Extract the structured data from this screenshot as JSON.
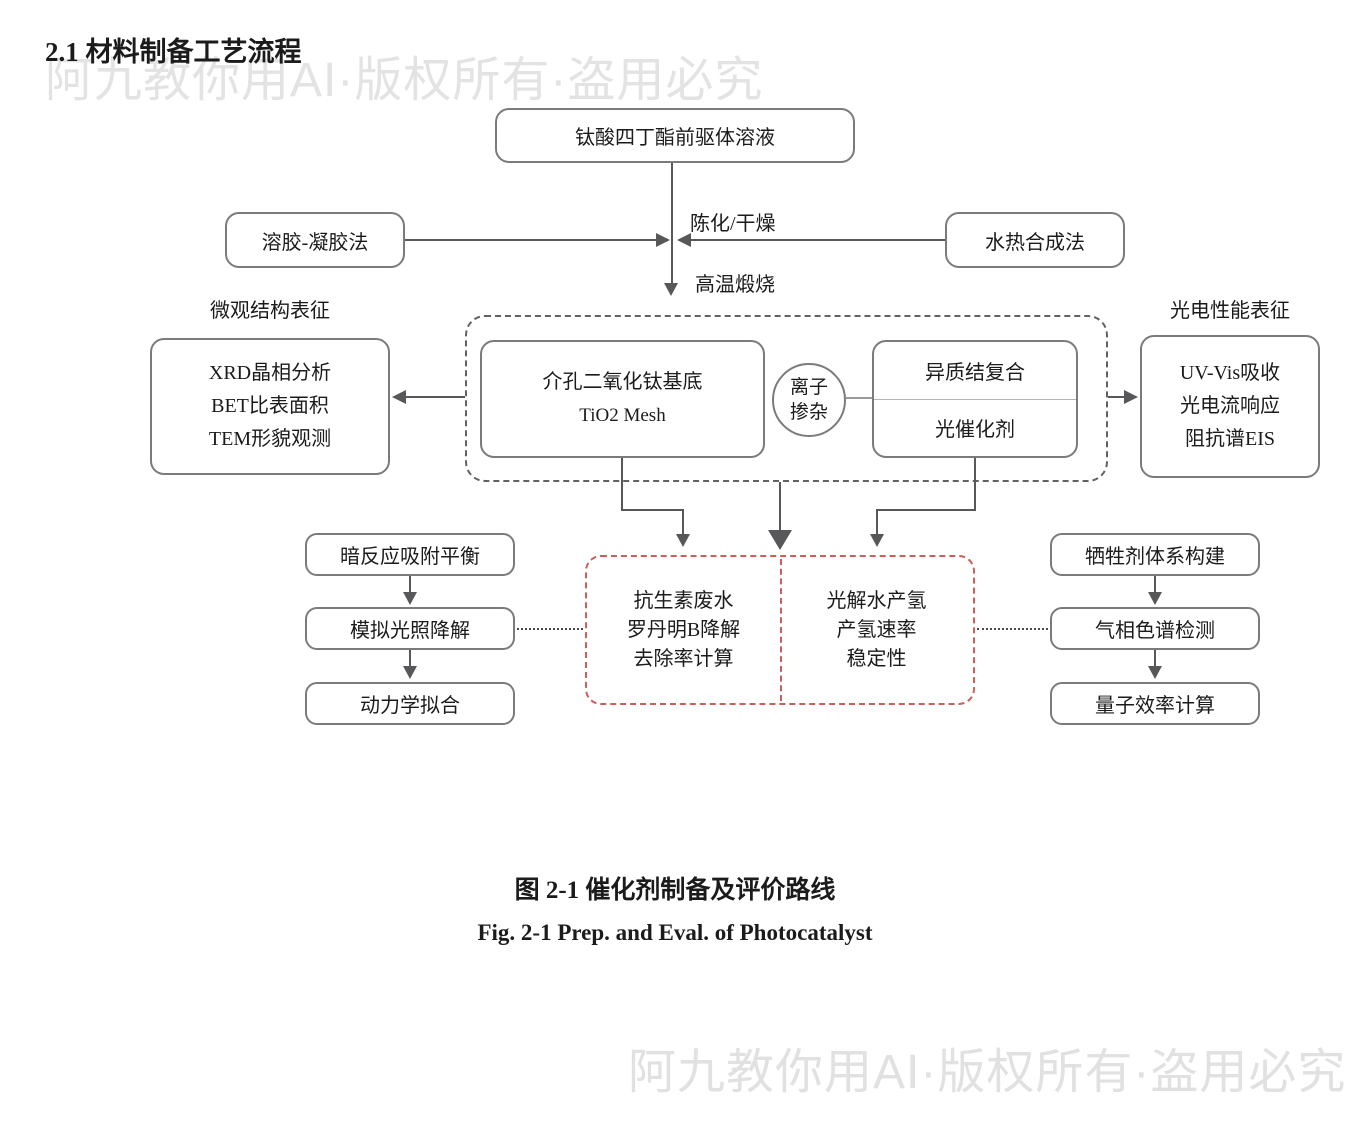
{
  "title": "2.1 材料制备工艺流程",
  "watermark": "阿九教你用AI·版权所有·盗用必究",
  "flow": {
    "precursor": "钛酸四丁酯前驱体溶液",
    "aging_label": "陈化/干燥",
    "calcination_label": "高温煅烧",
    "solgel": "溶胶-凝胶法",
    "hydrothermal": "水热合成法",
    "micro_label": "微观结构表征",
    "micro_lines": [
      "XRD晶相分析",
      "BET比表面积",
      "TEM形貌观测"
    ],
    "photo_label": "光电性能表征",
    "photo_lines": [
      "UV-Vis吸收",
      "光电流响应",
      "阻抗谱EIS"
    ],
    "substrate_line1": "介孔二氧化钛基底",
    "substrate_line2": "TiO2 Mesh",
    "doping_line1": "离子",
    "doping_line2": "掺杂",
    "hetero_top": "异质结复合",
    "hetero_bottom": "光催化剂",
    "degradation_lines": [
      "抗生素废水",
      "罗丹明B降解",
      "去除率计算"
    ],
    "hydrogen_lines": [
      "光解水产氢",
      "产氢速率",
      "稳定性"
    ],
    "left_chain": [
      "暗反应吸附平衡",
      "模拟光照降解",
      "动力学拟合"
    ],
    "right_chain": [
      "牺牲剂体系构建",
      "气相色谱检测",
      "量子效率计算"
    ]
  },
  "caption": {
    "zh": "图 2-1 催化剂制备及评价路线",
    "en": "Fig. 2-1 Prep. and Eval. of Photocatalyst"
  },
  "colors": {
    "line": "#58585a",
    "box_border": "#7b7b7b",
    "red_accent": "#cd5f5a",
    "watermark": "#e3e3e3"
  }
}
